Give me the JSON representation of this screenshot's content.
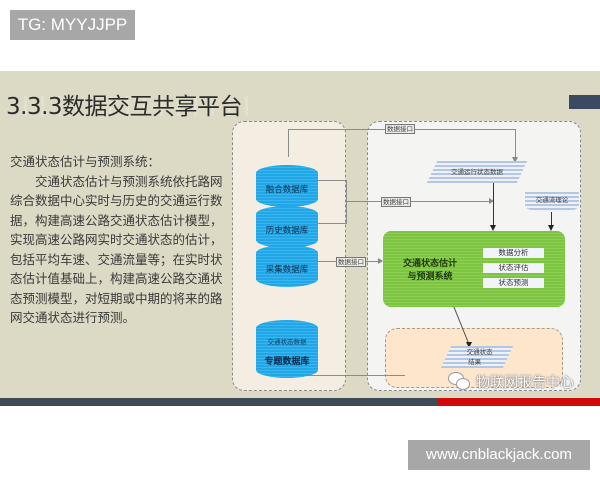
{
  "overlay": {
    "tag_label": "TG: MYYJJPP",
    "url_label": "www.cnblackjack.com"
  },
  "slide": {
    "title": "3.3.3数据交互共享平台",
    "colors": {
      "background": "#dcd9c5",
      "accent_bar": "#3a4a60",
      "bottom_bar": "#3f4a58",
      "bottom_bar_red": "#d10808"
    },
    "body": {
      "heading": "交通状态估计与预测系统：",
      "paragraph": "交通状态估计与预测系统依托路网综合数据中心实时与历史的交通运行数据，构建高速公路交通状态估计模型，实现高速公路网实时交通状态的估计，包括平均车速、交通流量等；在实时状态估计值基础上，构建高速公路交通状态预测模型，对短期或中期的将来的路网交通状态进行预测。"
    },
    "diagram": {
      "databases": [
        {
          "label": "融合数据库"
        },
        {
          "label": "历史数据库"
        },
        {
          "label": "采集数据库"
        },
        {
          "top_label": "交通状态数据",
          "label": "专题数据库"
        }
      ],
      "interfaces": [
        "数据接口",
        "数据接口",
        "数据接口"
      ],
      "inputs": {
        "traffic_running_data": "交通运行状态数据",
        "traffic_flow_theory": "交通流理论"
      },
      "system": {
        "title": "交通状态估计与预测系统",
        "title_line1": "交通状态估计",
        "title_line2": "与预测系统",
        "functions": [
          "数据分析",
          "状态评估",
          "状态预测"
        ],
        "color": "#7cc442"
      },
      "result": {
        "line1": "交通状态",
        "line2": "结果"
      },
      "db_color": "#22a6e6"
    },
    "watermark": {
      "text": "物联网报告中心",
      "icon": "wechat-icon"
    }
  }
}
